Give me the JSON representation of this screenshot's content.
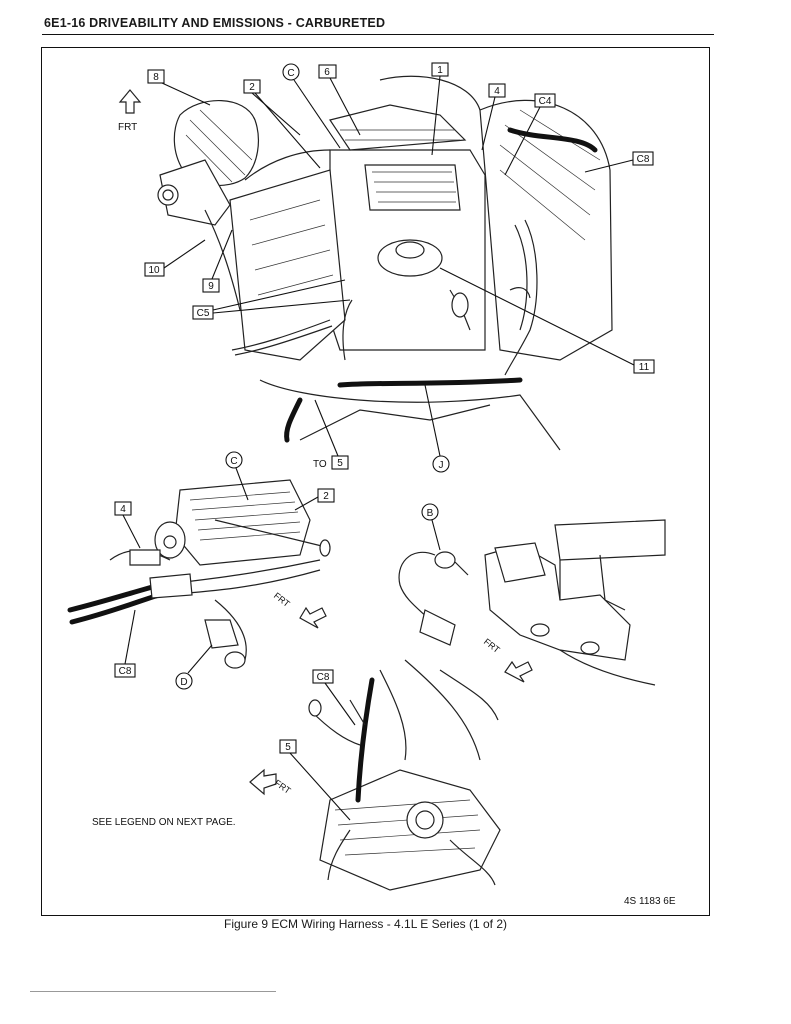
{
  "header": {
    "title": "6E1-16 DRIVEABILITY AND EMISSIONS - CARBURETED"
  },
  "figure": {
    "caption": "Figure 9 ECM Wiring Harness - 4.1L E Series (1 of 2)",
    "drawing_number": "4S 1183 6E",
    "legend_note": "SEE LEGEND ON NEXT PAGE."
  },
  "callouts": {
    "main_view": {
      "frt": "FRT",
      "items": [
        "8",
        "2",
        "C",
        "6",
        "1",
        "4",
        "C4",
        "C8",
        "10",
        "9",
        "C5",
        "11",
        "TO",
        "5",
        "J"
      ]
    },
    "detail_left": {
      "items": [
        "C",
        "2",
        "4",
        "FRT",
        "C8",
        "D"
      ]
    },
    "detail_right": {
      "items": [
        "B",
        "FRT"
      ]
    },
    "detail_bottom": {
      "items": [
        "C8",
        "5",
        "FRT"
      ]
    }
  }
}
